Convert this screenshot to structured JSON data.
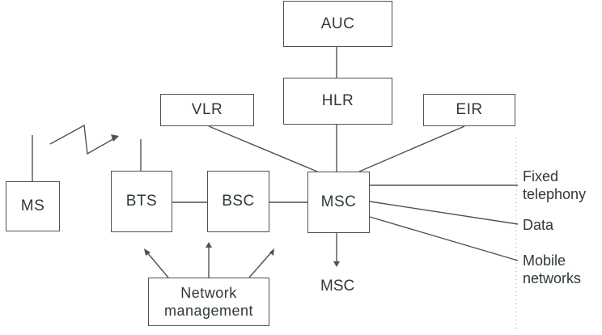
{
  "nodes": {
    "auc": "AUC",
    "hlr": "HLR",
    "vlr": "VLR",
    "eir": "EIR",
    "ms": "MS",
    "bts": "BTS",
    "bsc": "BSC",
    "msc": "MSC",
    "network_management": "Network\nmanagement"
  },
  "labels": {
    "fixed_telephony": "Fixed\ntelephony",
    "data": "Data",
    "mobile_networks": "Mobile\nnetworks",
    "msc_out": "MSC"
  },
  "colors": {
    "line": "#4a5650",
    "text": "#2f3a34"
  }
}
